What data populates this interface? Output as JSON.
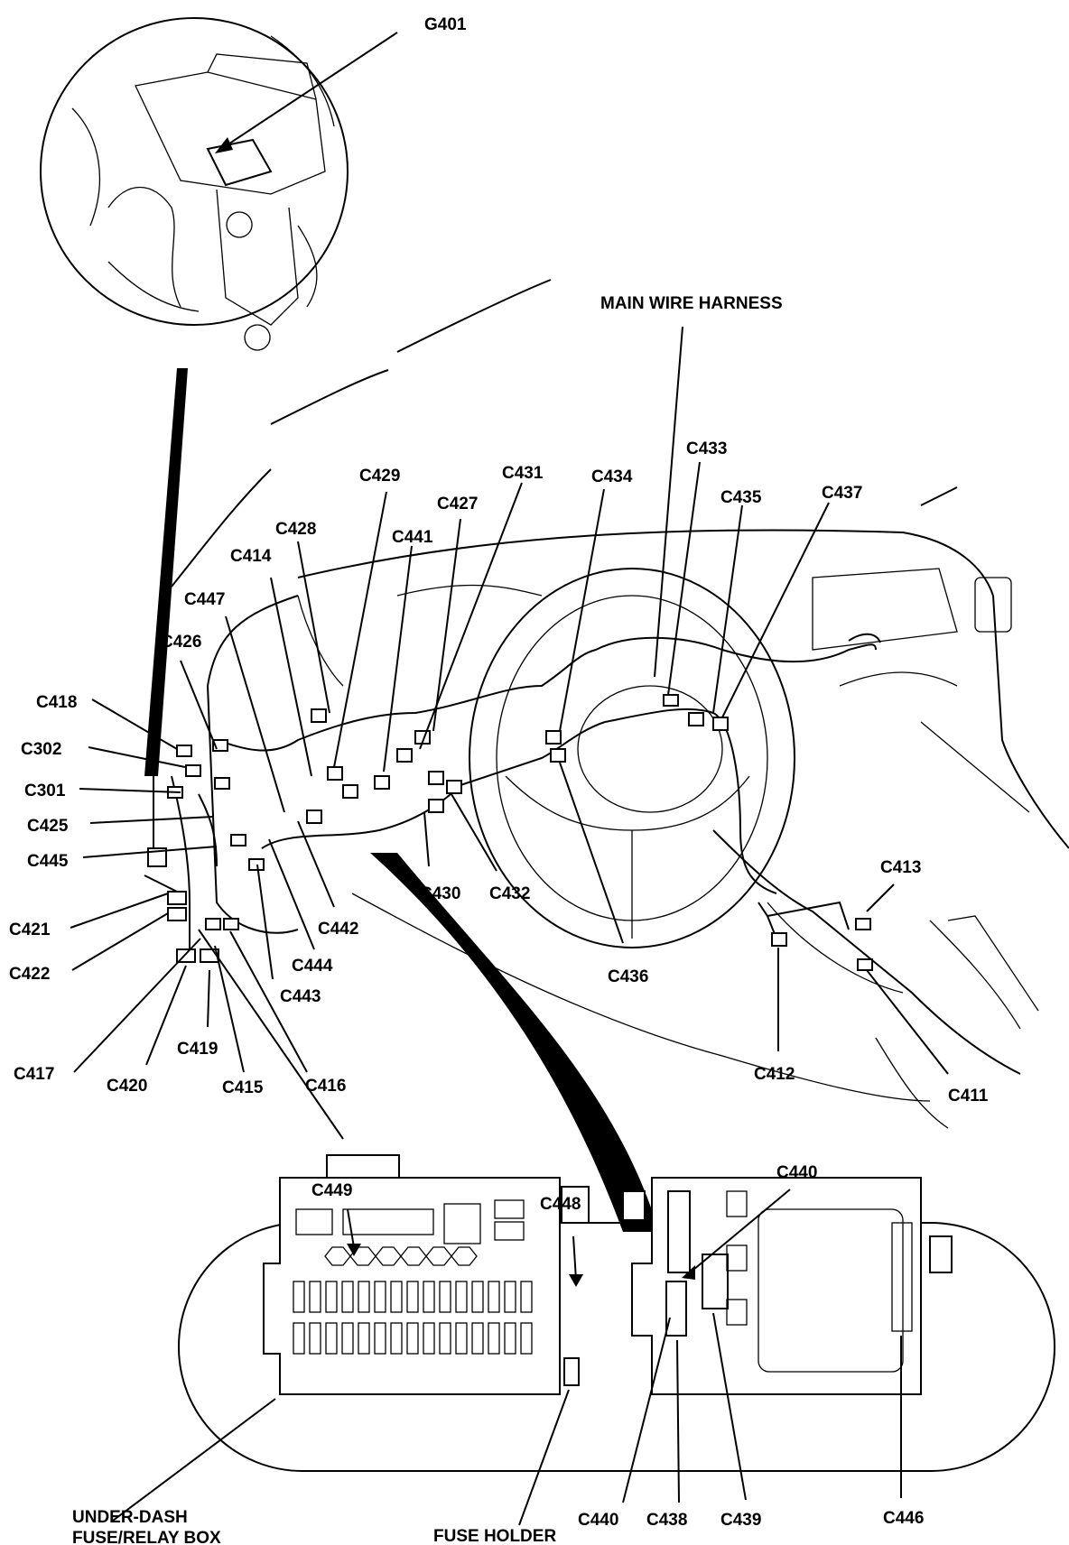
{
  "labels": {
    "g401": "G401",
    "main_wire_harness": "MAIN WIRE HARNESS",
    "c429": "C429",
    "c431": "C431",
    "c434": "C434",
    "c433": "C433",
    "c435": "C435",
    "c437": "C437",
    "c428": "C428",
    "c427": "C427",
    "c441": "C441",
    "c414": "C414",
    "c447": "C447",
    "c426": "C426",
    "c418": "C418",
    "c302": "C302",
    "c301": "C301",
    "c425": "C425",
    "c445": "C445",
    "c421": "C421",
    "c422": "C422",
    "c417": "C417",
    "c420": "C420",
    "c419": "C419",
    "c415": "C415",
    "c416": "C416",
    "c443": "C443",
    "c444": "C444",
    "c442": "C442",
    "c430": "C430",
    "c432": "C432",
    "c436": "C436",
    "c413": "C413",
    "c412": "C412",
    "c411": "C411",
    "c449": "C449",
    "c448": "C448",
    "c440_top": "C440",
    "c440_bottom": "C440",
    "c438": "C438",
    "c439": "C439",
    "c446": "C446",
    "under_dash_line1": "UNDER-DASH",
    "under_dash_line2": "FUSE/RELAY BOX",
    "fuse_holder": "FUSE HOLDER"
  }
}
